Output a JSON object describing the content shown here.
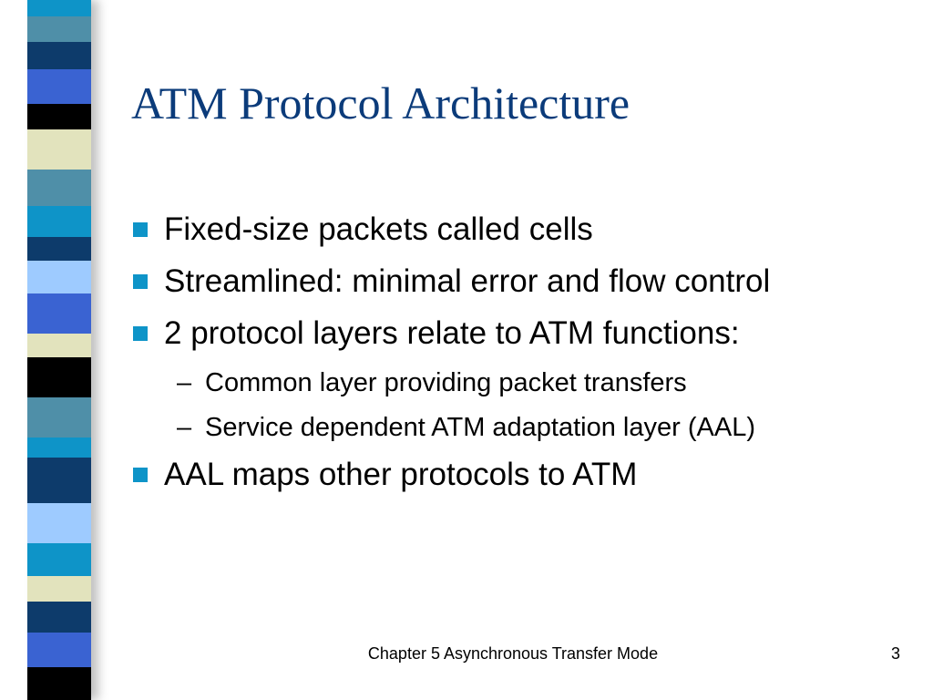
{
  "slide": {
    "title": "ATM Protocol Architecture",
    "bullets": [
      {
        "level": 1,
        "text": "Fixed-size packets called cells"
      },
      {
        "level": 1,
        "text": "Streamlined: minimal error and flow control"
      },
      {
        "level": 1,
        "text": "2 protocol layers relate to ATM functions:"
      },
      {
        "level": 2,
        "text": "Common layer providing packet transfers"
      },
      {
        "level": 2,
        "text": "Service dependent ATM adaptation layer (AAL)"
      },
      {
        "level": 1,
        "text": "AAL maps other protocols to ATM"
      }
    ],
    "footer": "Chapter 5 Asynchronous Transfer Mode",
    "number": "3"
  },
  "colors": {
    "title": "#0b3b7a",
    "bullet_marker": "#0e94c8",
    "stripe": [
      "#0e94c8",
      "#4f8fa8",
      "#0d3b6b",
      "#3a63d2",
      "#000000",
      "#e2e3bd",
      "#4f8fa8",
      "#0e94c8",
      "#0d3b6b",
      "#9ecbff",
      "#3a63d2",
      "#e2e3bd",
      "#000000",
      "#4f8fa8",
      "#0e94c8",
      "#0d3b6b",
      "#9ecbff",
      "#0e94c8",
      "#e2e3bd",
      "#0d3b6b",
      "#3a63d2",
      "#000000"
    ]
  },
  "icons": {
    "bullet_marker": "square-bullet-icon",
    "sub_bullet_marker": "dash-bullet-icon"
  }
}
